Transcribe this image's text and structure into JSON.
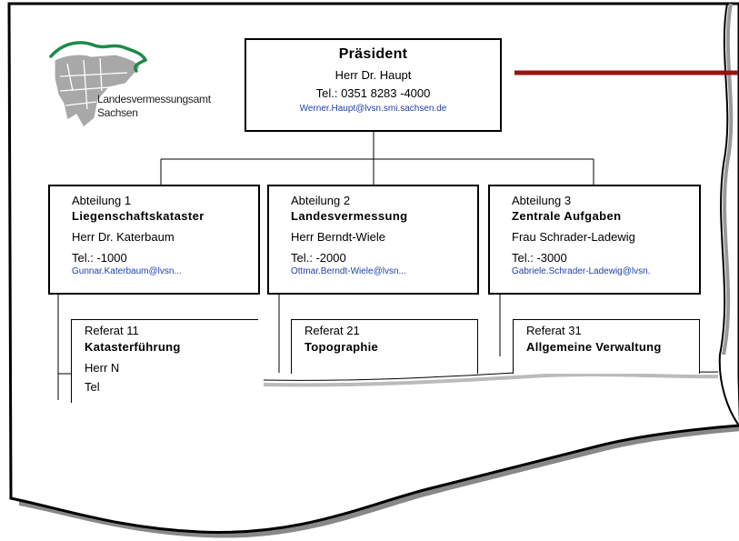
{
  "logo": {
    "line1": "Landesvermessungsamt",
    "line2": "Sachsen"
  },
  "president": {
    "title": "Präsident",
    "name": "Herr Dr. Haupt",
    "phone": "Tel.: 0351 8283 -4000",
    "email": "Werner.Haupt@lvsn.smi.sachsen.de"
  },
  "departments": [
    {
      "abteilung": "Abteilung 1",
      "name": "Liegenschaftskataster",
      "head": "Herr Dr. Katerbaum",
      "phone": "Tel.: -1000",
      "email": "Gunnar.Katerbaum@lvsn..."
    },
    {
      "abteilung": "Abteilung 2",
      "name": "Landesvermessung",
      "head": "Herr Berndt-Wiele",
      "phone": "Tel.: -2000",
      "email": "Ottmar.Berndt-Wiele@lvsn..."
    },
    {
      "abteilung": "Abteilung 3",
      "name": "Zentrale Aufgaben",
      "head": "Frau Schrader-Ladewig",
      "phone": "Tel.: -3000",
      "email": "Gabriele.Schrader-Ladewig@lvsn."
    }
  ],
  "referate": [
    {
      "label": "Referat 11",
      "name": "Katasterführung",
      "head": "Herr N",
      "phone": "Tel"
    },
    {
      "label": "Referat 21",
      "name": "Topographie",
      "head": "",
      "phone": ""
    },
    {
      "label": "Referat 31",
      "name": "Allgemeine Verwaltung",
      "head": "",
      "phone": ""
    }
  ],
  "colors": {
    "accent_line": "#9b1111",
    "logo_green": "#1e8a4a",
    "logo_gray": "#9a9a9a",
    "email_blue": "#1f3fa6"
  }
}
